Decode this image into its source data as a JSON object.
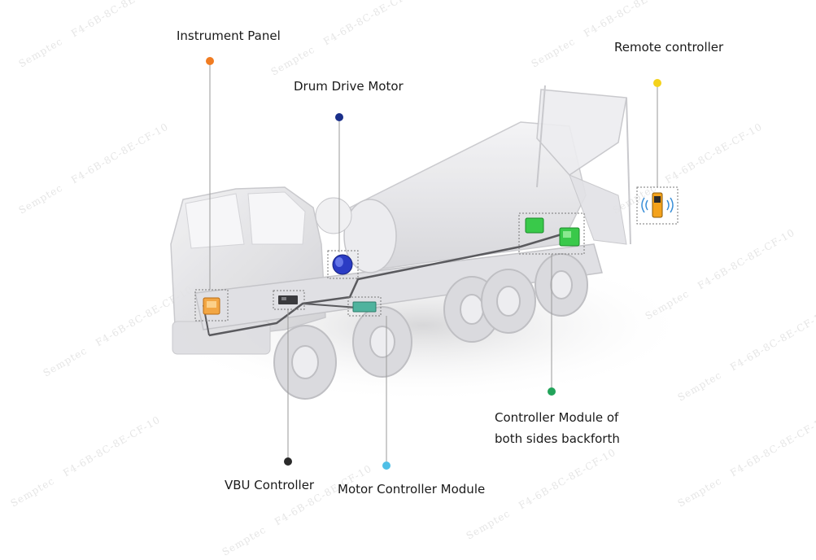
{
  "watermark": {
    "brand": "Semptec",
    "code": "F4-6B-8C-8E-CF-10"
  },
  "callouts": [
    {
      "id": "instrument-panel",
      "label": "Instrument Panel",
      "color": "#f07c22"
    },
    {
      "id": "drum-drive-motor",
      "label": "Drum Drive Motor",
      "color": "#1a2f8a"
    },
    {
      "id": "remote-controller",
      "label": "Remote controller",
      "color": "#f4d21b"
    },
    {
      "id": "controller-module",
      "label_line1": "Controller Module of",
      "label_line2": "both sides backforth",
      "color": "#22a35a"
    },
    {
      "id": "vbu-controller",
      "label": "VBU Controller",
      "color": "#2a2a2a"
    },
    {
      "id": "motor-controller-module",
      "label": "Motor Controller Module",
      "color": "#4fbfe6"
    }
  ],
  "colors": {
    "truck_fill": "#e4e4e6",
    "truck_stroke": "#c9c9cd",
    "harness": "#5a5a5e",
    "callout_line": "#9a9a9a",
    "component_box": "#777777"
  }
}
